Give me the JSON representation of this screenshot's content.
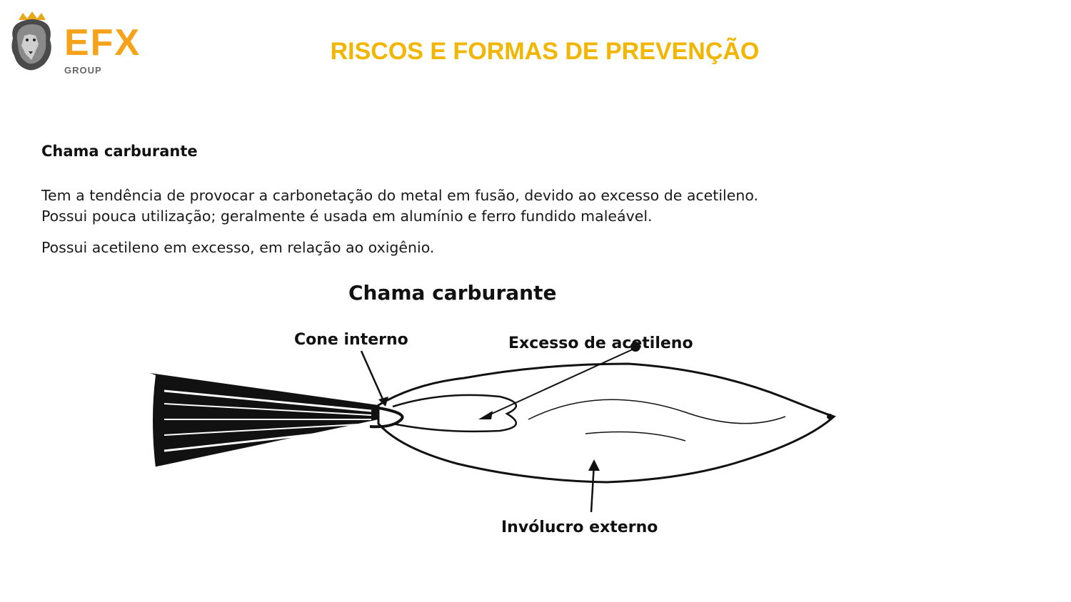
{
  "logo": {
    "wordmark": "EFX",
    "subtitle": "GROUP",
    "icon": "crowned-lion-head-icon",
    "colors": {
      "orange": "#f5a31a",
      "gray": "#666666",
      "gold": "#e8a81a"
    }
  },
  "title": "RISCOS E FORMAS DE PREVENÇÃO",
  "title_color": "#f2b600",
  "section": {
    "heading": "Chama carburante",
    "paragraph1_line1": "Tem a tendência de provocar a carbonetação do metal em fusão, devido ao excesso de acetileno.",
    "paragraph1_line2": "Possui pouca utilização; geralmente é usada em alumínio e ferro fundido maleável.",
    "paragraph2": "Possui acetileno em excesso, em relação ao oxigênio."
  },
  "diagram": {
    "title": "Chama carburante",
    "label_inner_cone": "Cone interno",
    "label_excess": "Excesso de acetileno",
    "label_outer": "Invólucro externo",
    "icon": "torch-flame-diagram-icon"
  }
}
